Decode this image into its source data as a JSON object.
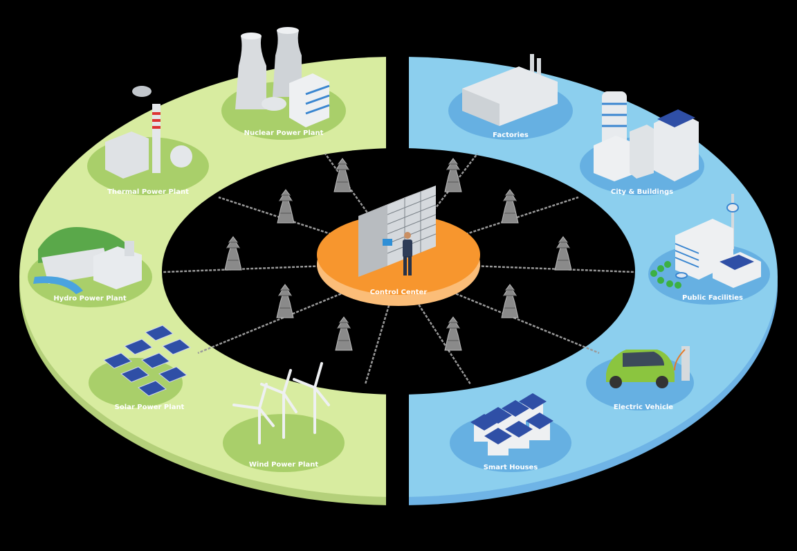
{
  "colors": {
    "background": "#000000",
    "supply_ring_top": "#d8eca0",
    "supply_ring_edge": "#b4d07a",
    "supply_pad": "#a9cf6a",
    "demand_ring_top": "#8ccfee",
    "demand_ring_edge": "#6fb4e6",
    "demand_pad": "#66b0e2",
    "hub_top": "#f7962e",
    "hub_edge": "#fbbd78",
    "line": "#9a9a9a",
    "tower": "#8a8a8a"
  },
  "center": {
    "label": "Control Center"
  },
  "supply_side": {
    "nodes": [
      {
        "label": "Nuclear Power Plant",
        "icon": "nuclear-plant-icon"
      },
      {
        "label": "Thermal Power Plant",
        "icon": "thermal-plant-icon"
      },
      {
        "label": "Hydro Power Plant",
        "icon": "hydro-plant-icon"
      },
      {
        "label": "Solar Power Plant",
        "icon": "solar-plant-icon"
      },
      {
        "label": "Wind Power Plant",
        "icon": "wind-plant-icon"
      }
    ]
  },
  "demand_side": {
    "nodes": [
      {
        "label": "Factories",
        "icon": "factory-icon"
      },
      {
        "label": "City &  Buildings",
        "icon": "city-buildings-icon"
      },
      {
        "label": "Public Facilities",
        "icon": "public-facilities-icon"
      },
      {
        "label": "Electric Vehicle",
        "icon": "electric-vehicle-icon"
      },
      {
        "label": "Smart Houses",
        "icon": "smart-houses-icon"
      }
    ]
  }
}
